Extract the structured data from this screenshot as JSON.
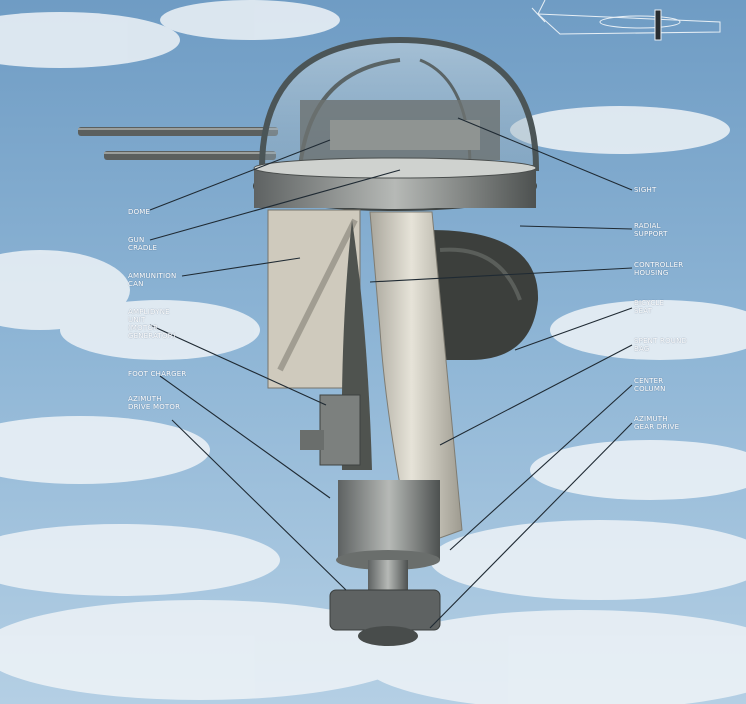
{
  "colors": {
    "sky": "#8fb6d6",
    "cloud": "#eef3f7",
    "leader_line": "#1f2a33",
    "label_text": "#ffffff",
    "metal": "#8a8d8c",
    "fabric": "#d9d6cc"
  },
  "labels": {
    "dome": "DOME",
    "gun_cradle": "GUN\nCRADLE",
    "ammunition_can": "AMMUNITION\nCAN",
    "amplidyne_unit": "AMPLIDYNE\nUNIT\n(MOTOR\nGENERATOR)",
    "foot_charger": "FOOT CHARGER",
    "azimuth_drive_motor": "AZIMUTH\nDRIVE MOTOR",
    "sight": "SIGHT",
    "radial_support": "RADIAL\nSUPPORT",
    "controller_housing": "CONTROLLER\nHOUSING",
    "bicycle_seat": "BICYCLE\nSEAT",
    "spent_round_bag": "SPENT ROUND\nBAG",
    "center_column": "CENTER\nCOLUMN",
    "azimuth_gear_drive": "AZIMUTH\nGEAR DRIVE"
  }
}
